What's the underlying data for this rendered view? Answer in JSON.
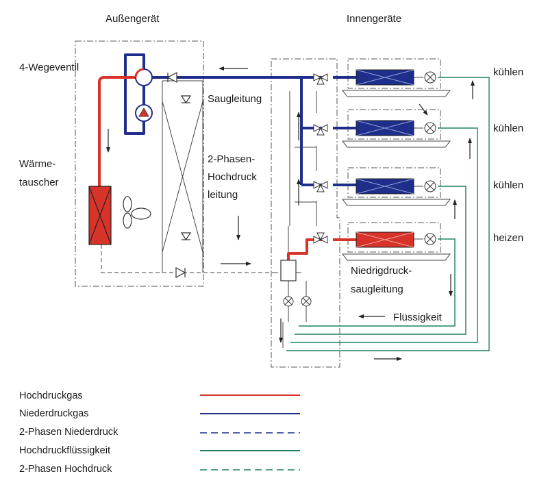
{
  "labels": {
    "outdoor_unit": "Außengerät",
    "indoor_units": "Innengeräte",
    "four_way_valve": "4-Wegeventil",
    "heat_exchanger_1": "Wärme-",
    "heat_exchanger_2": "tauscher",
    "suction_line": "Saugleitung",
    "two_phase_1": "2-Phasen-",
    "two_phase_2": "Hochdruck",
    "two_phase_3": "leitung",
    "low_pressure_1": "Niedrigdruck-",
    "low_pressure_2": "saugleitung",
    "liquid": "Flüssigkeit",
    "mode_1": "kühlen",
    "mode_2": "kühlen",
    "mode_3": "kühlen",
    "mode_4": "heizen"
  },
  "legend": [
    {
      "label": "Hochdruckgas",
      "color": "#d8332a",
      "style": "solid"
    },
    {
      "label": "Niederdruckgas",
      "color": "#1f2e8a",
      "style": "solid"
    },
    {
      "label": "2-Phasen Niederdruck",
      "color": "#1f2e8a",
      "style": "dashed"
    },
    {
      "label": "Hochdruckflüssigkeit",
      "color": "#1e8060",
      "style": "solid"
    },
    {
      "label": "2-Phasen Hochdruck",
      "color": "#1e8060",
      "style": "dashed"
    }
  ],
  "colors": {
    "high_pressure_gas": "#d8332a",
    "low_pressure_gas": "#1f2e8a",
    "liquid": "#1e8060",
    "lines": "#333333"
  }
}
